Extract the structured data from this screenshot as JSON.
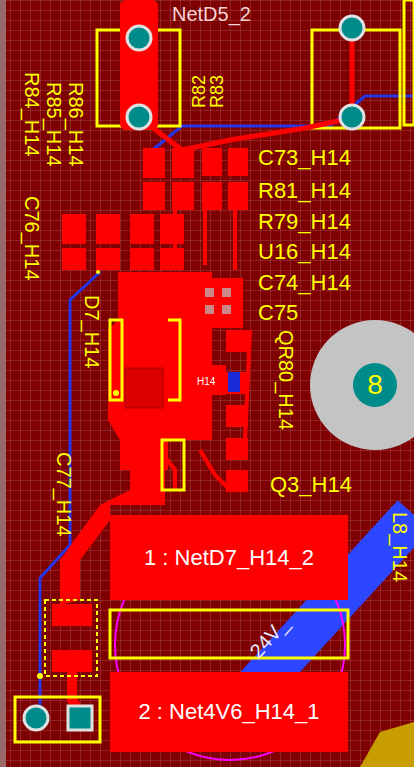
{
  "diagram": {
    "nodes": [
      {
        "text": [
          "8"
        ]
      },
      {
        "text": [
          "1 : NetD7_H14_2"
        ]
      },
      {
        "text": [
          "2 : Net4V6_H14_1"
        ]
      }
    ],
    "labels": [
      "NetD5_2",
      "R82",
      "R83",
      "R86_H14",
      "R85_H14",
      "R84_H14",
      "C76_H14",
      "C73_H14",
      "R81_H14",
      "R79_H14",
      "U16_H14",
      "C74_H14",
      "C75",
      "D7_H14",
      "QR80_H14",
      "H14",
      "Q3_H14",
      "C77_H14",
      "L8_H14",
      "24V_"
    ]
  }
}
